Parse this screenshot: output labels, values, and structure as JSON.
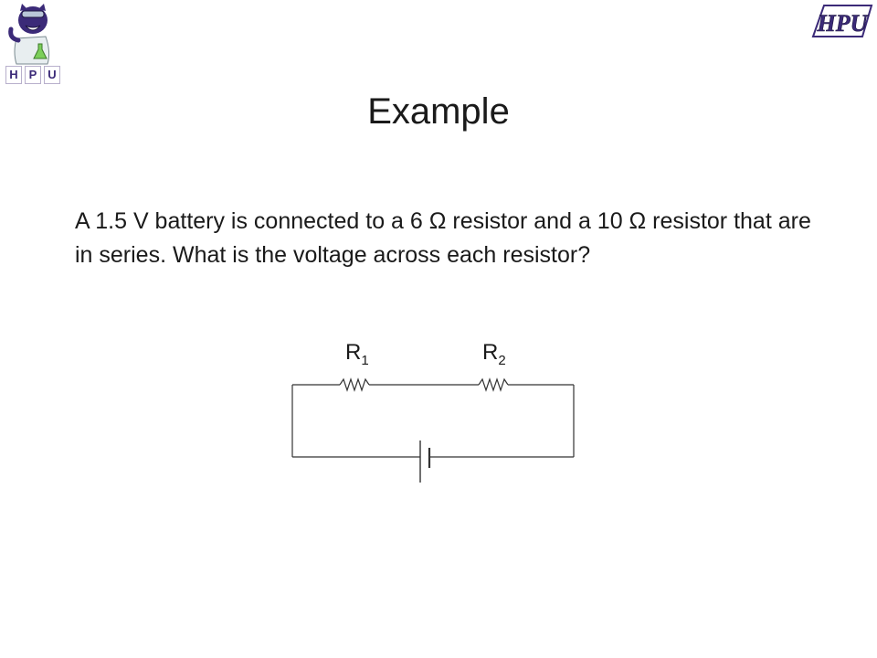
{
  "slide": {
    "title": "Example",
    "problem_text": "A 1.5 V battery is connected to a 6 Ω resistor and a 10 Ω resistor that are in series. What is the voltage across each resistor?"
  },
  "logos": {
    "left": {
      "icon": "panther-mascot-icon",
      "letters": [
        "H",
        "P",
        "U"
      ],
      "color": "#3b2a78"
    },
    "right": {
      "icon": "hpu-script-logo",
      "text": "HPU",
      "color": "#3b2a78"
    }
  },
  "circuit": {
    "resistors": [
      {
        "label": "R",
        "subscript": "1"
      },
      {
        "label": "R",
        "subscript": "2"
      }
    ],
    "battery_icon": "battery-symbol-icon",
    "resistor_icon": "resistor-zigzag-icon"
  }
}
